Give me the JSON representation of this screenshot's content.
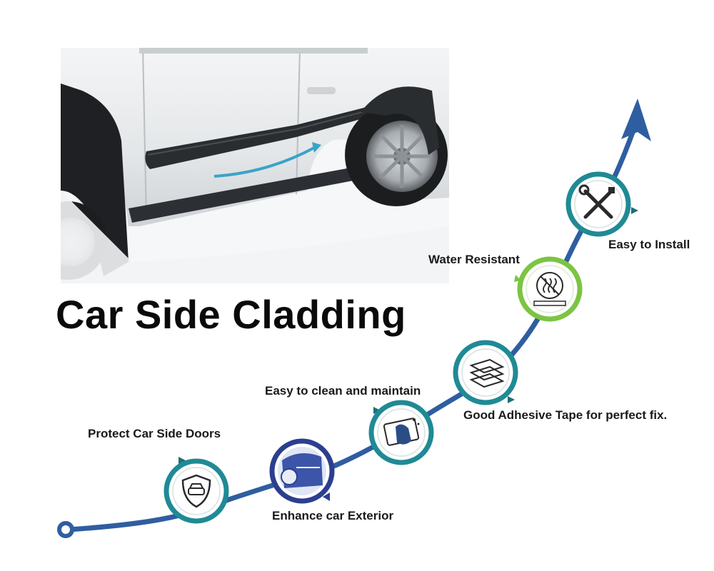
{
  "title": "Car Side Cladding",
  "features": {
    "protect": "Protect Car Side Doors",
    "exterior": "Enhance car Exterior",
    "clean": "Easy to clean and maintain",
    "adhesive": "Good Adhesive Tape for perfect fix.",
    "water": "Water Resistant",
    "install": "Easy to Install"
  },
  "colors": {
    "curve": "#2f5ea0",
    "teal": "#1f8a95",
    "navy": "#2b3f8f",
    "green": "#7cc443",
    "text": "#1a1a1a"
  },
  "icons": [
    "shield-car-icon",
    "car-door-icon",
    "hand-wipe-icon",
    "tape-layers-icon",
    "water-resistant-icon",
    "tools-icon"
  ]
}
